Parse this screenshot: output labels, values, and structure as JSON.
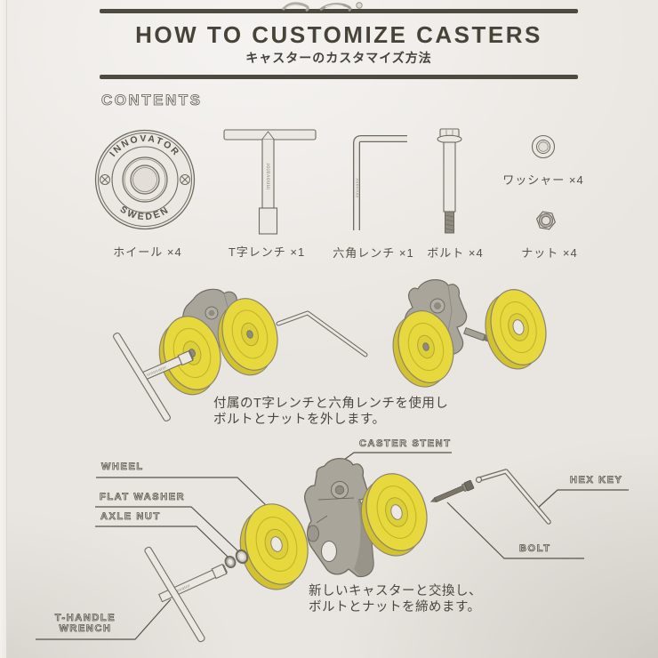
{
  "page": {
    "title": "HOW TO CUSTOMIZE CASTERS",
    "subtitle": "キャスターのカスタマイズ方法"
  },
  "contents": {
    "heading": "CONTENTS",
    "wheel_badge": {
      "top_text": "INNOVATOR",
      "bottom_text": "SWEDEN"
    },
    "engraving": "innovator",
    "items": [
      {
        "id": "wheel",
        "label": "ホイール ×4"
      },
      {
        "id": "t-handle-wrench",
        "label": "T字レンチ ×1"
      },
      {
        "id": "hex-key",
        "label": "六角レンチ ×1"
      },
      {
        "id": "bolt",
        "label": "ボルト ×4"
      },
      {
        "id": "washer",
        "label": "ワッシャー ×4"
      },
      {
        "id": "nut",
        "label": "ナット ×4"
      }
    ]
  },
  "step1": {
    "caption_line1": "付属のT字レンチと六角レンチを使用し",
    "caption_line2": "ボルトとナットを外します。"
  },
  "step2": {
    "caption_line1": "新しいキャスターと交換し、",
    "caption_line2": "ボルトとナットを締めます。",
    "callouts": {
      "wheel": "WHEEL",
      "flat_washer": "FLAT WASHER",
      "axle_nut": "AXLE NUT",
      "t_handle_line1": "T-HANDLE",
      "t_handle_line2": "WRENCH",
      "caster_stent": "CASTER STENT",
      "hex_key": "HEX KEY",
      "bolt": "BOLT"
    }
  },
  "colors": {
    "paper": "#e9e5e0",
    "ink": "#4c4840",
    "rule": "#4d4a40",
    "wheel_yellow": "#e7d83d",
    "wheel_yellow_shade": "#d2c230",
    "metal_gray": "#a9a59a",
    "metal_dark": "#6e6a60"
  }
}
